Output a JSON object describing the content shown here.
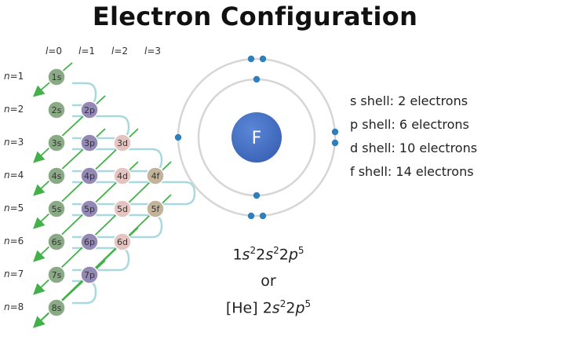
{
  "title": "Electron Configuration",
  "l_headers": [
    {
      "l": "l",
      "eq": "=0"
    },
    {
      "l": "l",
      "eq": "=1"
    },
    {
      "l": "l",
      "eq": "=2"
    },
    {
      "l": "l",
      "eq": "=3"
    }
  ],
  "n_labels": [
    {
      "n": "n",
      "eq": "=1"
    },
    {
      "n": "n",
      "eq": "=2"
    },
    {
      "n": "n",
      "eq": "=3"
    },
    {
      "n": "n",
      "eq": "=4"
    },
    {
      "n": "n",
      "eq": "=5"
    },
    {
      "n": "n",
      "eq": "=6"
    },
    {
      "n": "n",
      "eq": "=7"
    },
    {
      "n": "n",
      "eq": "=8"
    }
  ],
  "orbitals": [
    [
      "1s"
    ],
    [
      "2s",
      "2p"
    ],
    [
      "3s",
      "3p",
      "3d"
    ],
    [
      "4s",
      "4p",
      "4d",
      "4f"
    ],
    [
      "5s",
      "5p",
      "5d",
      "5f"
    ],
    [
      "6s",
      "6p",
      "6d"
    ],
    [
      "7s",
      "7p"
    ],
    [
      "8s"
    ]
  ],
  "colors": {
    "s": "#8aaa86",
    "p": "#9488b4",
    "d": "#e4c4c0",
    "f": "#c2b49a",
    "arrow": "#44b04a",
    "loop": "#a9d8df",
    "nucleus": "#3a63b6",
    "electron": "#2f7fbd",
    "orbit": "#d6d6d6"
  },
  "atom": {
    "symbol": "F",
    "shell_electrons": [
      2,
      7
    ]
  },
  "shell_info": [
    "s shell: 2 electrons",
    "p shell: 6 electrons",
    "d shell: 10 electrons",
    "f shell: 14 electrons"
  ],
  "formula": {
    "line1": [
      {
        "t": "1",
        "sup": false,
        "it": false
      },
      {
        "t": "s",
        "sup": false,
        "it": true
      },
      {
        "t": "2",
        "sup": true,
        "it": false
      },
      {
        "t": "2",
        "sup": false,
        "it": false
      },
      {
        "t": "s",
        "sup": false,
        "it": true
      },
      {
        "t": "2",
        "sup": true,
        "it": false
      },
      {
        "t": "2",
        "sup": false,
        "it": false
      },
      {
        "t": "p",
        "sup": false,
        "it": true
      },
      {
        "t": "5",
        "sup": true,
        "it": false
      }
    ],
    "or": "or",
    "line3": [
      {
        "t": "[He] 2",
        "sup": false,
        "it": false
      },
      {
        "t": "s",
        "sup": false,
        "it": true
      },
      {
        "t": "2",
        "sup": true,
        "it": false
      },
      {
        "t": "2",
        "sup": false,
        "it": false
      },
      {
        "t": "p",
        "sup": false,
        "it": true
      },
      {
        "t": "5",
        "sup": true,
        "it": false
      }
    ]
  }
}
